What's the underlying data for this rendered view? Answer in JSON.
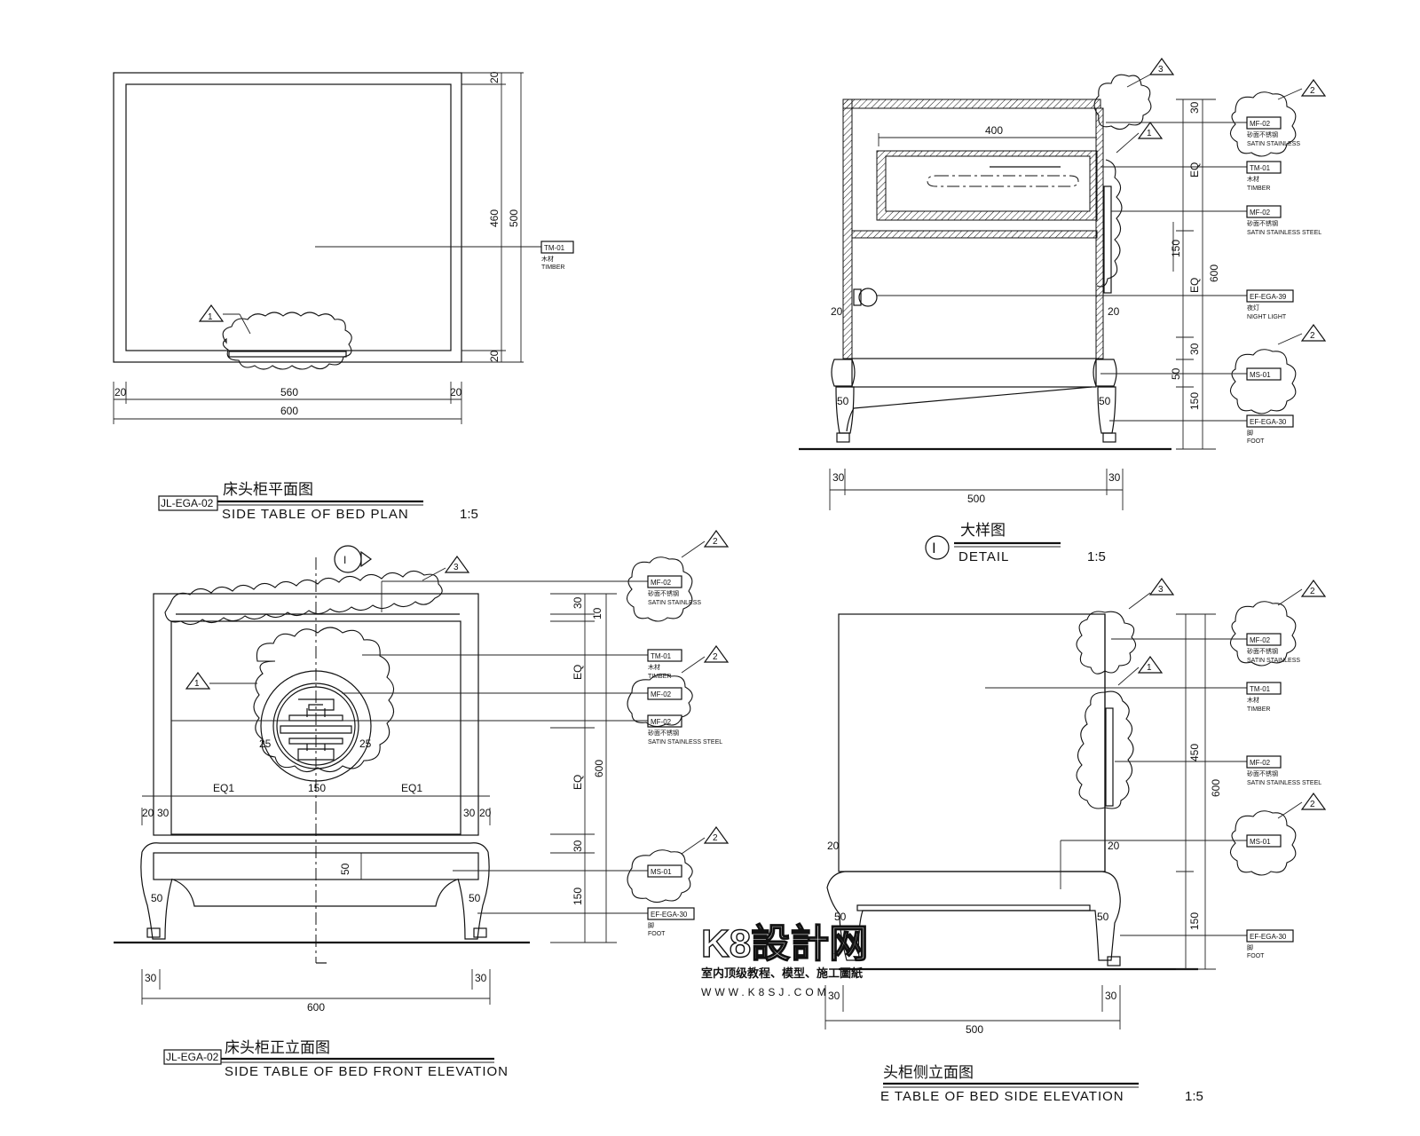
{
  "plan": {
    "title_cn": "床头柜平面图",
    "title_en": "SIDE TABLE OF BED PLAN",
    "drawing_no": "JL-EGA-02",
    "scale": "1:5",
    "dims": {
      "w20a": "20",
      "w560": "560",
      "w20b": "20",
      "w600": "600",
      "h20a": "20",
      "h460": "460",
      "h500": "500",
      "h20b": "20"
    },
    "tag1": "1",
    "callout": {
      "code": "TM-01",
      "cn": "木材",
      "en": "TIMBER"
    }
  },
  "detail": {
    "title_cn": "大样图",
    "title_en": "DETAIL",
    "marker": "I",
    "scale": "1:5",
    "dims": {
      "d400": "400",
      "d30a": "30",
      "dEQa": "EQ",
      "d150": "150",
      "dEQb": "EQ",
      "d600": "600",
      "d30b": "30",
      "d50v": "50",
      "d150b": "150",
      "d20l": "20",
      "d20r": "20",
      "d50l": "50",
      "d50r": "50",
      "b30l": "30",
      "b30r": "30",
      "b500": "500"
    },
    "tags": {
      "t3": "3",
      "t1": "1",
      "t2a": "2",
      "t2b": "2"
    },
    "callouts": [
      {
        "code": "MF-02",
        "cn": "砂面不锈钢",
        "en": "SATIN STAINLESS"
      },
      {
        "code": "TM-01",
        "cn": "木材",
        "en": "TIMBER"
      },
      {
        "code": "MF-02",
        "cn": "砂面不锈钢",
        "en": "SATIN  STAINLESS STEEL"
      },
      {
        "code": "EF-EGA-39",
        "cn": "夜灯",
        "en": "NIGHT LIGHT"
      },
      {
        "code": "MS-01",
        "cn": "",
        "en": ""
      },
      {
        "code": "EF-EGA-30",
        "cn": "脚",
        "en": "FOOT"
      }
    ]
  },
  "front": {
    "title_cn": "床头柜正立面图",
    "title_en": "SIDE TABLE OF BED FRONT ELEVATION",
    "drawing_no": "JL-EGA-02",
    "section_marker": "I",
    "dims": {
      "v30": "30",
      "v10": "10",
      "vEQa": "EQ",
      "vEQb": "EQ",
      "v600": "600",
      "v30b": "30",
      "v150": "150",
      "v50": "50",
      "eq1a": "EQ1",
      "c150": "150",
      "eq1b": "EQ1",
      "l20": "20",
      "l30": "30",
      "r30": "30",
      "r20": "20",
      "c25a": "25",
      "c25b": "25",
      "f50l": "50",
      "f50r": "50",
      "b30l": "30",
      "b30r": "30",
      "b600": "600"
    },
    "tags": {
      "t3": "3",
      "t1": "1",
      "t2a": "2",
      "t2b": "2",
      "t2c": "2"
    },
    "callouts": [
      {
        "code": "MF-02",
        "cn": "砂面不锈钢",
        "en": "SATIN STAINLESS"
      },
      {
        "code": "TM-01",
        "cn": "木材",
        "en": "TIMBER"
      },
      {
        "code": "MF-02",
        "cn": "",
        "en": ""
      },
      {
        "code": "MF-02",
        "cn": "砂面不锈钢",
        "en": "SATIN   STAINLESS STEEL"
      },
      {
        "code": "MS-01",
        "cn": "",
        "en": ""
      },
      {
        "code": "EF-EGA-30",
        "cn": "脚",
        "en": "FOOT"
      }
    ]
  },
  "side": {
    "title_cn": "头柜侧立面图",
    "title_en": "E TABLE OF BED SIDE ELEVATION",
    "scale": "1:5",
    "dims": {
      "v450": "450",
      "v600": "600",
      "v150": "150",
      "l20": "20",
      "r20": "20",
      "f50l": "50",
      "f50r": "50",
      "b30l": "30",
      "b30r": "30",
      "b500": "500"
    },
    "tags": {
      "t3": "3",
      "t1": "1",
      "t2a": "2",
      "t2b": "2"
    },
    "callouts": [
      {
        "code": "MF-02",
        "cn": "砂面不锈钢",
        "en": "SATIN STAINLESS"
      },
      {
        "code": "TM-01",
        "cn": "木材",
        "en": "TIMBER"
      },
      {
        "code": "MF-02",
        "cn": "砂面不锈钢",
        "en": "SATIN   STAINLESS STEEL"
      },
      {
        "code": "MS-01",
        "cn": "",
        "en": ""
      },
      {
        "code": "EF-EGA-30",
        "cn": "脚",
        "en": "FOOT"
      }
    ]
  },
  "watermark": {
    "logo": "K8設計网",
    "subtitle": "室内顶级教程、模型、施工圖紙",
    "url": "WWW.K8SJ.COM"
  }
}
